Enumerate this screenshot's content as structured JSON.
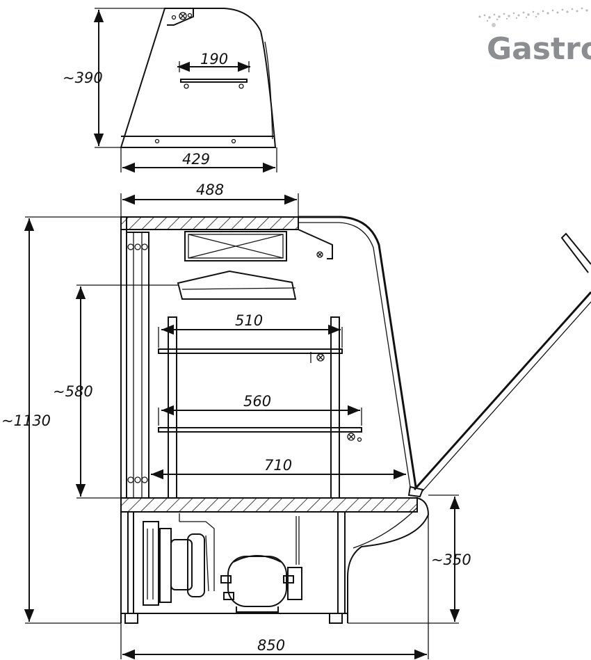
{
  "brand": {
    "name": "Gastro",
    "color": "#8b8d90"
  },
  "dimensions": {
    "top_unit_height": "~390",
    "top_unit_shelf_width": "190",
    "top_unit_base_width": "429",
    "top_panel_width": "488",
    "shelf_upper_width": "510",
    "shelf_lower_width": "560",
    "display_depth": "710",
    "display_height": "~580",
    "total_height": "~1130",
    "base_height": "~350",
    "total_depth": "850"
  }
}
